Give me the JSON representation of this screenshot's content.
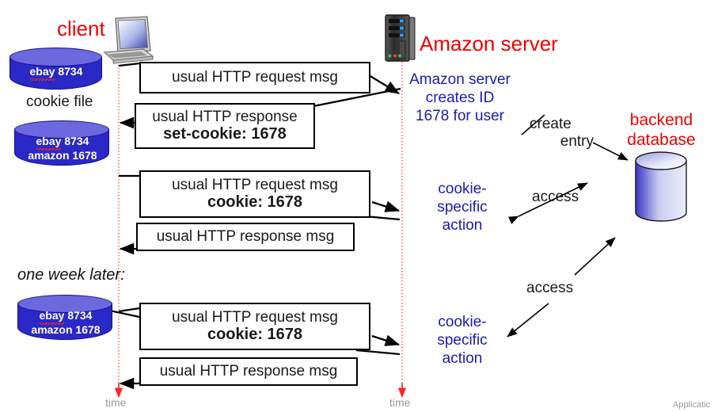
{
  "diagram": {
    "title_client": "client",
    "title_server": "Amazon server",
    "backend_label_line1": "backend",
    "backend_label_line2": "database",
    "cookie_file_caption": "cookie file",
    "one_week_later": "one week later:",
    "time_label_client": "time",
    "time_label_server": "time",
    "corner_note": "Applicatic",
    "colors": {
      "client_red": "#ee0000",
      "server_red": "#ee0000",
      "backend_red": "#ee0000",
      "annotation_blue": "#1a1ab4",
      "timeline_red": "#ff4d4d",
      "cookie_cylinder_blue": "#2b28c8",
      "cookie_cylinder_top": "#6c68e0",
      "time_gray": "#9a9a9a"
    }
  },
  "cookie_files": [
    {
      "name": "cookie-file-initial",
      "lines": [
        {
          "site": "ebay",
          "value": "8734",
          "misspelled": true
        }
      ]
    },
    {
      "name": "cookie-file-after-set-cookie",
      "lines": [
        {
          "site": "ebay",
          "value": "8734",
          "misspelled": true
        },
        {
          "site": "amazon",
          "value": "1678",
          "misspelled": false
        }
      ]
    },
    {
      "name": "cookie-file-one-week-later",
      "lines": [
        {
          "site": "ebay",
          "value": "8734",
          "misspelled": true
        },
        {
          "site": "amazon",
          "value": "1678",
          "misspelled": false
        }
      ]
    }
  ],
  "messages": [
    {
      "id": "http-request-1",
      "direction": "client-to-server",
      "line1": "usual HTTP request msg",
      "line2": ""
    },
    {
      "id": "http-response-set-cookie",
      "direction": "server-to-client",
      "line1": "usual HTTP response",
      "line2": "set-cookie: 1678"
    },
    {
      "id": "http-request-cookie-1",
      "direction": "client-to-server",
      "line1": "usual HTTP request msg",
      "line2": "cookie: 1678"
    },
    {
      "id": "http-response-2",
      "direction": "server-to-client",
      "line1": "usual HTTP response msg",
      "line2": ""
    },
    {
      "id": "http-request-cookie-2",
      "direction": "client-to-server",
      "line1": "usual HTTP request msg",
      "line2": "cookie: 1678"
    },
    {
      "id": "http-response-3",
      "direction": "server-to-client",
      "line1": "usual HTTP response msg",
      "line2": ""
    }
  ],
  "server_annotations": [
    {
      "id": "creates-id",
      "line1": "Amazon server",
      "line2": "creates ID",
      "line3": "1678 for user"
    },
    {
      "id": "cookie-specific-action-1",
      "line1": "cookie-",
      "line2": "specific",
      "line3": "action"
    },
    {
      "id": "cookie-specific-action-2",
      "line1": "cookie-",
      "line2": "specific",
      "line3": "action"
    }
  ],
  "db_arrows": [
    {
      "id": "create-entry",
      "line1": "create",
      "line2": "entry"
    },
    {
      "id": "access-1",
      "line1": "access",
      "line2": ""
    },
    {
      "id": "access-2",
      "line1": "access",
      "line2": ""
    }
  ]
}
